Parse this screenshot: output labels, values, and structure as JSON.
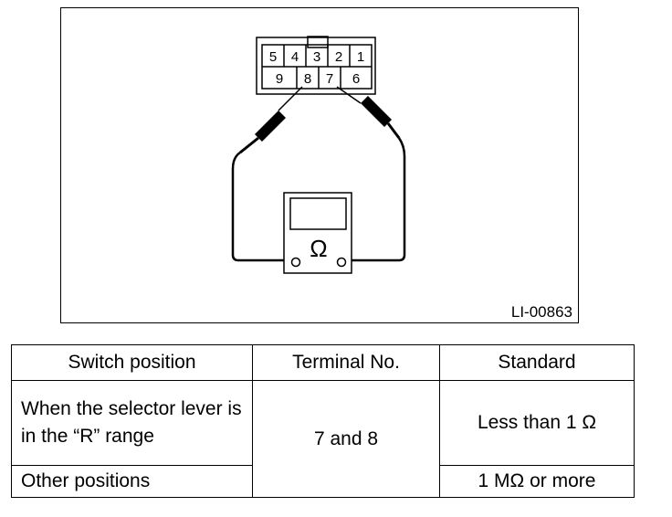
{
  "figure": {
    "figure_id": "LI-00863",
    "connector_top_row": [
      "5",
      "4",
      "3",
      "2",
      "1"
    ],
    "connector_bottom_row": [
      "9",
      "8",
      "7",
      "6"
    ],
    "meter_symbol": "Ω"
  },
  "table": {
    "headers": [
      "Switch position",
      "Terminal No.",
      "Standard"
    ],
    "rows": [
      {
        "position": "When the selector lever is in the “R” range",
        "terminal": "7 and 8",
        "standard": "Less than 1 Ω"
      },
      {
        "position": "Other positions",
        "standard": "1 MΩ or more"
      }
    ]
  }
}
